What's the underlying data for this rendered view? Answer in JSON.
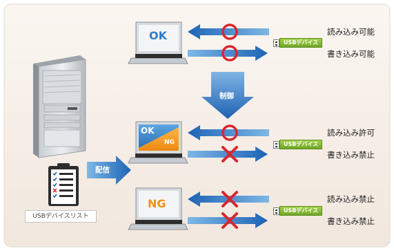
{
  "distribute_label": "配信",
  "control_label": "制御",
  "usb_list_label": "USBデバイスリスト",
  "usb_device_label": "USBデバイス",
  "rows": [
    {
      "screen": "OK",
      "read": "読み込み可能",
      "write": "書き込み可能"
    },
    {
      "screen_ok": "OK",
      "screen_ng": "NG",
      "read": "読み込み許可",
      "write": "書き込み禁止"
    },
    {
      "screen": "NG",
      "read": "読み込み禁止",
      "write": "書き込み禁止"
    }
  ],
  "colors": {
    "background": "#f6efe9",
    "arrow_blue": "#2f79c7",
    "mark_red": "#d9262f",
    "usb_green": "#8cc43c",
    "screen_ok": "#3a82c9",
    "screen_ng": "#f39a1e"
  }
}
